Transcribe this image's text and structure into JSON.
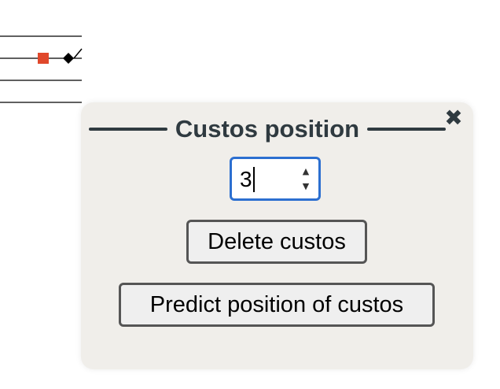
{
  "staff": {
    "custos_marker_color": "#e0482b",
    "line_color": "#000000"
  },
  "panel": {
    "title": "Custos position",
    "close_icon": "close-icon",
    "position_input": {
      "value": "3"
    },
    "delete_button_label": "Delete custos",
    "predict_button_label": "Predict position of custos"
  }
}
